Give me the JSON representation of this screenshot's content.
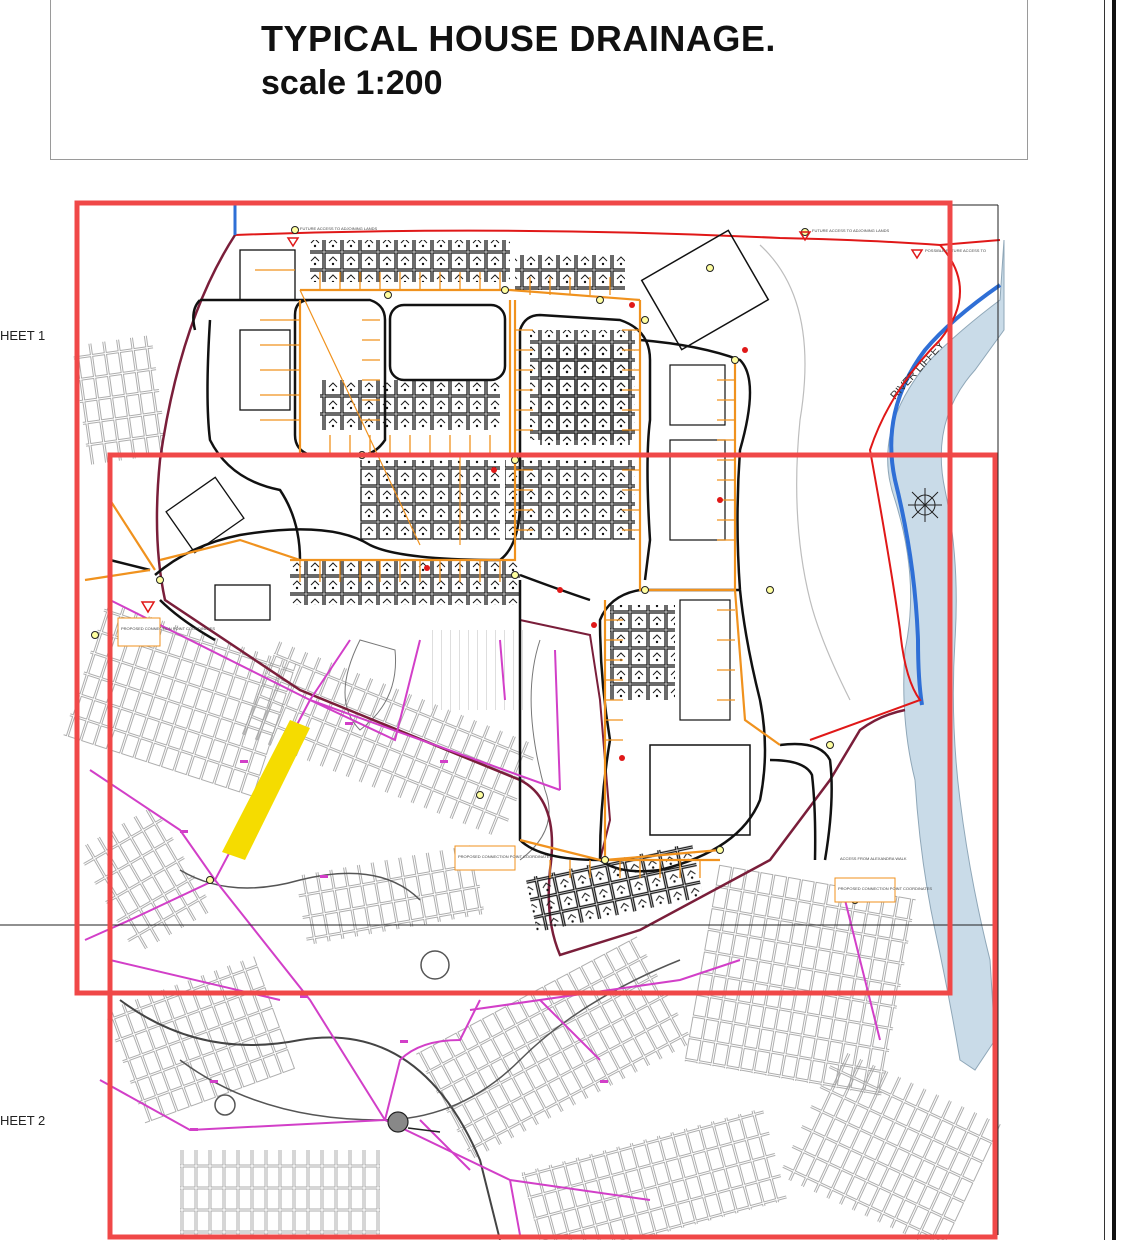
{
  "title": {
    "line1": "TYPICAL HOUSE DRAINAGE.",
    "line2": "scale 1:200"
  },
  "sheet_labels": {
    "sheet1": "HEET 1",
    "sheet2": "HEET 2"
  },
  "annotations": {
    "river": "RIVER LIFFEY",
    "future_access_1": "FUTURE ACCESS TO ADJOINING LANDS",
    "future_access_2": "FUTURE ACCESS TO ADJOINING LANDS",
    "possible_future_access": "POSSIBLE FUTURE ACCESS TO",
    "access_from": "ACCESS FROM ALEXANDRA WALK",
    "connection_1": "PROPOSED CONNECTION POINT COORDINATES",
    "connection_2": "PROPOSED CONNECTION POINT COORDINATES",
    "connection_3": "PROPOSED CONNECTION POINT COORDINATES"
  },
  "colors": {
    "sheet_frame": "#f04848",
    "site_boundary": "#7a1e3a",
    "drainage": "#f0921e",
    "existing_sewer": "#d23fc8",
    "river_fill": "#c9dbe8",
    "river_line": "#2f6fd6",
    "highlight": "#f5dc00",
    "boundary_red": "#e01818"
  }
}
